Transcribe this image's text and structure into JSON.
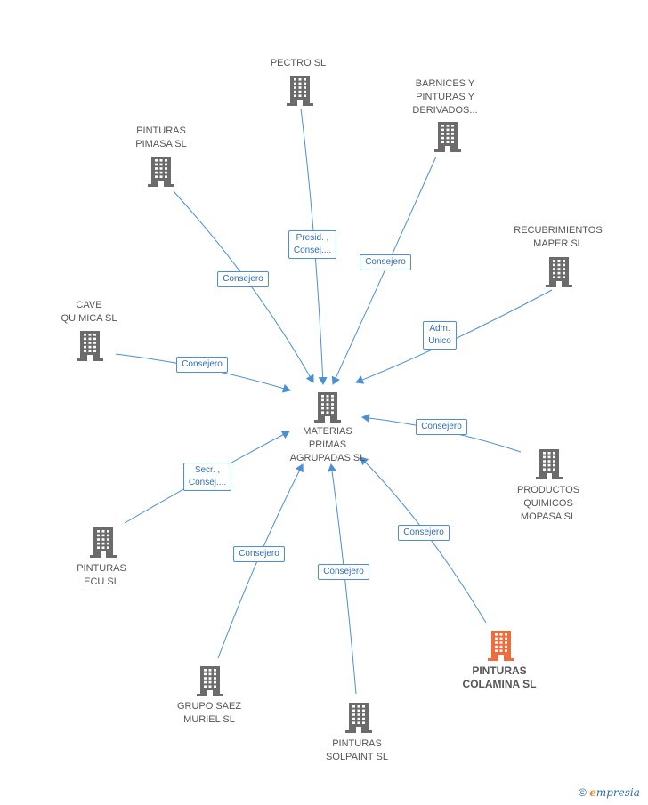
{
  "center": {
    "lines": [
      "MATERIAS",
      "PRIMAS",
      "AGRUPADAS SL"
    ]
  },
  "nodes": [
    {
      "id": "pectro",
      "lines": [
        "PECTRO SL"
      ]
    },
    {
      "id": "barnices",
      "lines": [
        "BARNICES Y",
        "PINTURAS Y",
        "DERIVADOS..."
      ]
    },
    {
      "id": "pimasa",
      "lines": [
        "PINTURAS",
        "PIMASA  SL"
      ]
    },
    {
      "id": "recubrimientos",
      "lines": [
        "RECUBRIMIENTOS",
        "MAPER  SL"
      ]
    },
    {
      "id": "cave",
      "lines": [
        "CAVE",
        "QUIMICA SL"
      ]
    },
    {
      "id": "mopasa",
      "lines": [
        "PRODUCTOS",
        "QUIMICOS",
        "MOPASA SL"
      ]
    },
    {
      "id": "ecu",
      "lines": [
        "PINTURAS",
        "ECU  SL"
      ]
    },
    {
      "id": "saez",
      "lines": [
        "GRUPO SAEZ",
        "MURIEL SL"
      ]
    },
    {
      "id": "solpaint",
      "lines": [
        "PINTURAS",
        "SOLPAINT SL"
      ]
    },
    {
      "id": "colamina",
      "lines": [
        "PINTURAS",
        "COLAMINA SL"
      ],
      "highlight": true
    }
  ],
  "edges": [
    {
      "from": "pectro",
      "lines": [
        "Presid. ,",
        "Consej...."
      ]
    },
    {
      "from": "barnices",
      "lines": [
        "Consejero"
      ]
    },
    {
      "from": "pimasa",
      "lines": [
        "Consejero"
      ]
    },
    {
      "from": "recubrimientos",
      "lines": [
        "Adm.",
        "Unico"
      ]
    },
    {
      "from": "cave",
      "lines": [
        "Consejero"
      ]
    },
    {
      "from": "mopasa",
      "lines": [
        "Consejero"
      ]
    },
    {
      "from": "ecu",
      "lines": [
        "Secr. ,",
        "Consej...."
      ]
    },
    {
      "from": "saez",
      "lines": [
        "Consejero"
      ]
    },
    {
      "from": "solpaint",
      "lines": [
        "Consejero"
      ]
    },
    {
      "from": "colamina",
      "lines": [
        "Consejero"
      ]
    }
  ],
  "colors": {
    "building": "#6b6b6b",
    "highlight": "#f26b3a",
    "edge": "#4a8fd8"
  },
  "footer": {
    "copyright": "©",
    "brand_initial": "e",
    "brand_rest": "mpresia"
  }
}
